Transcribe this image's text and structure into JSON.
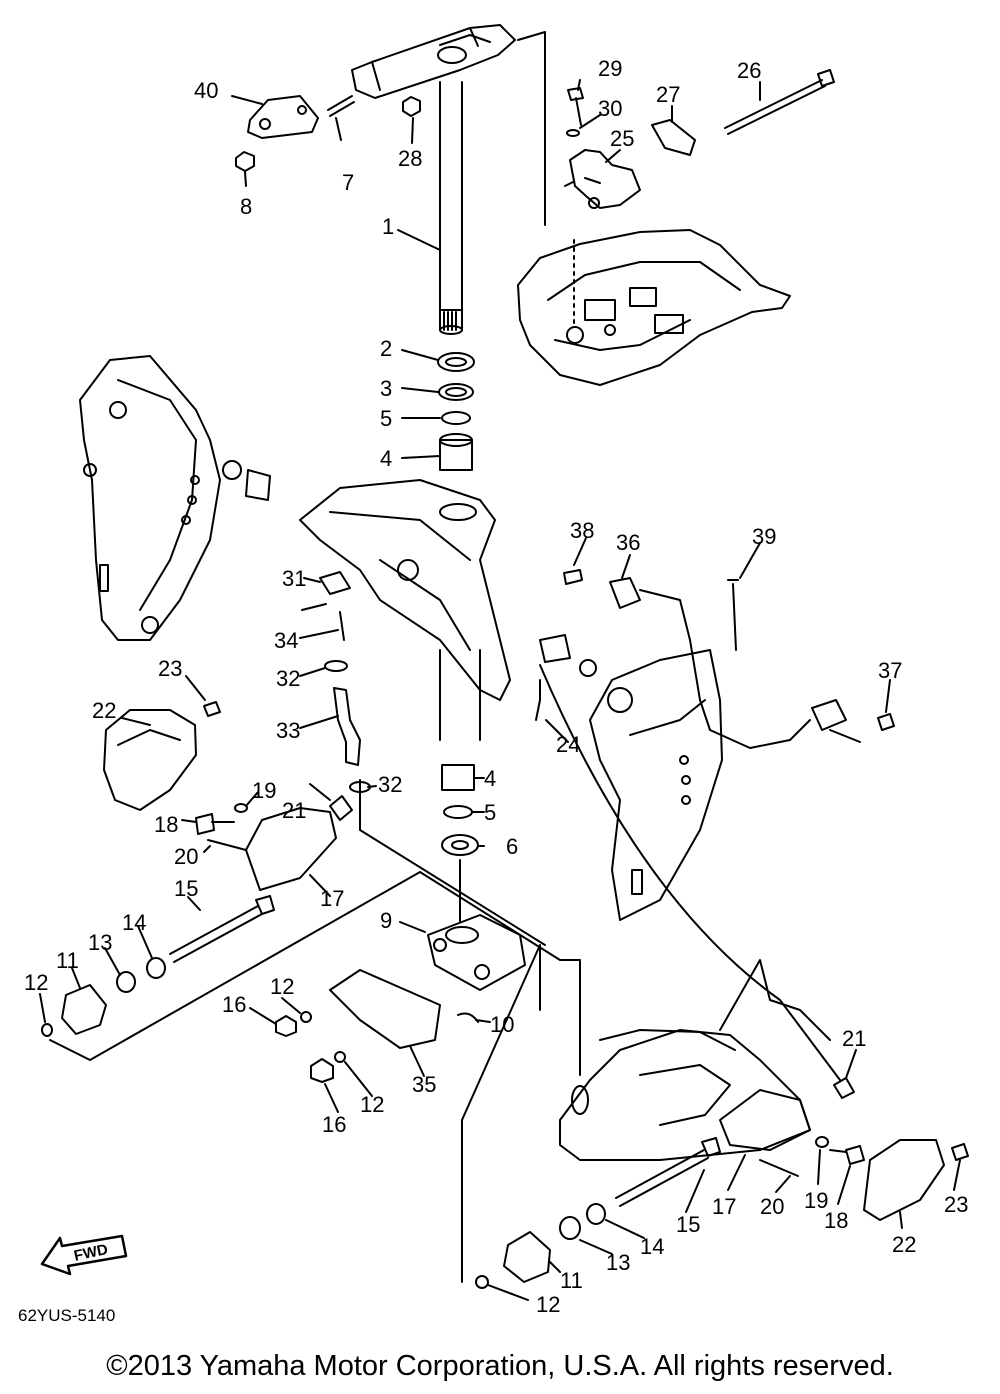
{
  "diagram": {
    "part_numbers": [
      "1",
      "2",
      "3",
      "4",
      "5",
      "6",
      "7",
      "8",
      "9",
      "10",
      "11",
      "12",
      "13",
      "14",
      "15",
      "16",
      "17",
      "18",
      "19",
      "20",
      "21",
      "22",
      "23",
      "24",
      "25",
      "26",
      "27",
      "28",
      "29",
      "30",
      "31",
      "32",
      "33",
      "34",
      "35",
      "36",
      "37",
      "38",
      "39",
      "40"
    ]
  },
  "labels": [
    {
      "n": "40"
    },
    {
      "n": "7"
    },
    {
      "n": "28"
    },
    {
      "n": "8"
    },
    {
      "n": "29"
    },
    {
      "n": "26"
    },
    {
      "n": "30"
    },
    {
      "n": "27"
    },
    {
      "n": "25"
    },
    {
      "n": "1"
    },
    {
      "n": "2"
    },
    {
      "n": "3"
    },
    {
      "n": "5"
    },
    {
      "n": "4"
    },
    {
      "n": "38"
    },
    {
      "n": "36"
    },
    {
      "n": "39"
    },
    {
      "n": "31"
    },
    {
      "n": "34"
    },
    {
      "n": "32"
    },
    {
      "n": "33"
    },
    {
      "n": "23"
    },
    {
      "n": "22"
    },
    {
      "n": "37"
    },
    {
      "n": "24"
    },
    {
      "n": "32"
    },
    {
      "n": "4"
    },
    {
      "n": "5"
    },
    {
      "n": "6"
    },
    {
      "n": "19"
    },
    {
      "n": "21"
    },
    {
      "n": "18"
    },
    {
      "n": "20"
    },
    {
      "n": "17"
    },
    {
      "n": "15"
    },
    {
      "n": "14"
    },
    {
      "n": "13"
    },
    {
      "n": "11"
    },
    {
      "n": "12"
    },
    {
      "n": "9"
    },
    {
      "n": "12"
    },
    {
      "n": "16"
    },
    {
      "n": "10"
    },
    {
      "n": "35"
    },
    {
      "n": "16"
    },
    {
      "n": "12"
    },
    {
      "n": "21"
    },
    {
      "n": "17"
    },
    {
      "n": "20"
    },
    {
      "n": "19"
    },
    {
      "n": "18"
    },
    {
      "n": "23"
    },
    {
      "n": "22"
    },
    {
      "n": "15"
    },
    {
      "n": "14"
    },
    {
      "n": "13"
    },
    {
      "n": "11"
    },
    {
      "n": "12"
    }
  ],
  "fwd_badge": "FWD",
  "diagram_code": "62YUS-5140",
  "copyright": "©2013 Yamaha Motor Corporation, U.S.A. All rights reserved."
}
